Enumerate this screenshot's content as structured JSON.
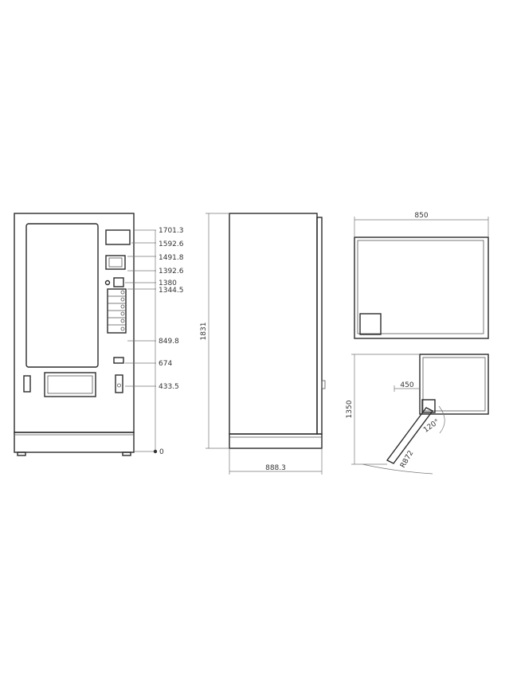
{
  "front_view": {
    "heights": [
      "1701.3",
      "1592.6",
      "1491.8",
      "1392.6",
      "1380",
      "1344.5",
      "849.8",
      "674",
      "433.5",
      "0"
    ]
  },
  "side_view": {
    "height_label": "1831",
    "depth_label": "888.3"
  },
  "top_view": {
    "width_label": "850"
  },
  "door_view": {
    "depth_label": "1350",
    "offset_label": "450",
    "radius_label": "R872",
    "angle_label": "120°"
  },
  "colors": {
    "line": "#2b2b2b",
    "dimension": "#777777",
    "text": "#333333"
  }
}
